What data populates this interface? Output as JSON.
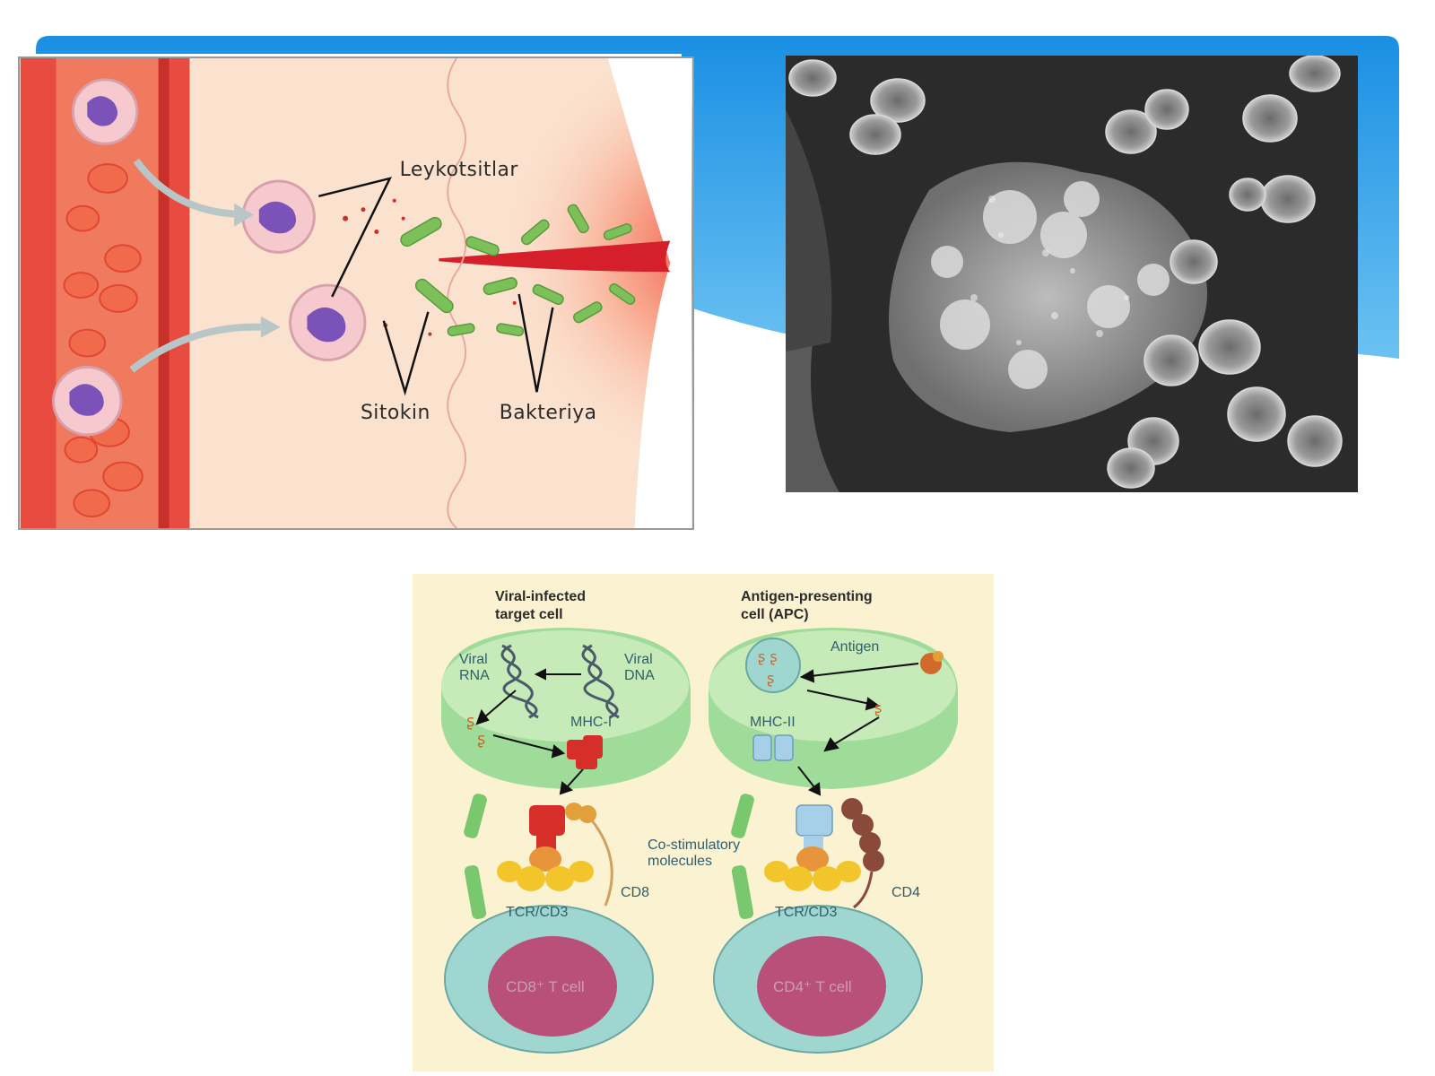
{
  "inflammation": {
    "leukocytes_label": "Leykotsitlar",
    "cytokine_label": "Sitokin",
    "bacteria_label": "Bakteriya"
  },
  "tcell": {
    "left_header_1": "Viral-infected",
    "left_header_2": "target cell",
    "right_header_1": "Antigen-presenting",
    "right_header_2": "cell (APC)",
    "viral_rna_1": "Viral",
    "viral_rna_2": "RNA",
    "viral_dna_1": "Viral",
    "viral_dna_2": "DNA",
    "mhc1": "MHC-I",
    "mhc2": "MHC-II",
    "antigen": "Antigen",
    "costim_1": "Co-stimulatory",
    "costim_2": "molecules",
    "cd8": "CD8",
    "cd4": "CD4",
    "tcr_left": "TCR/CD3",
    "tcr_right": "TCR/CD3",
    "cd8_cell": "CD8⁺ T cell",
    "cd4_cell": "CD4⁺ T cell"
  },
  "colors": {
    "banner": "#1a93e6",
    "vessel": "#e0463c",
    "bacteria": "#7cc05a",
    "cell_green": "#9fdc9a",
    "tcell_teal": "#9fd6d0",
    "nucleus": "#b8507a"
  }
}
